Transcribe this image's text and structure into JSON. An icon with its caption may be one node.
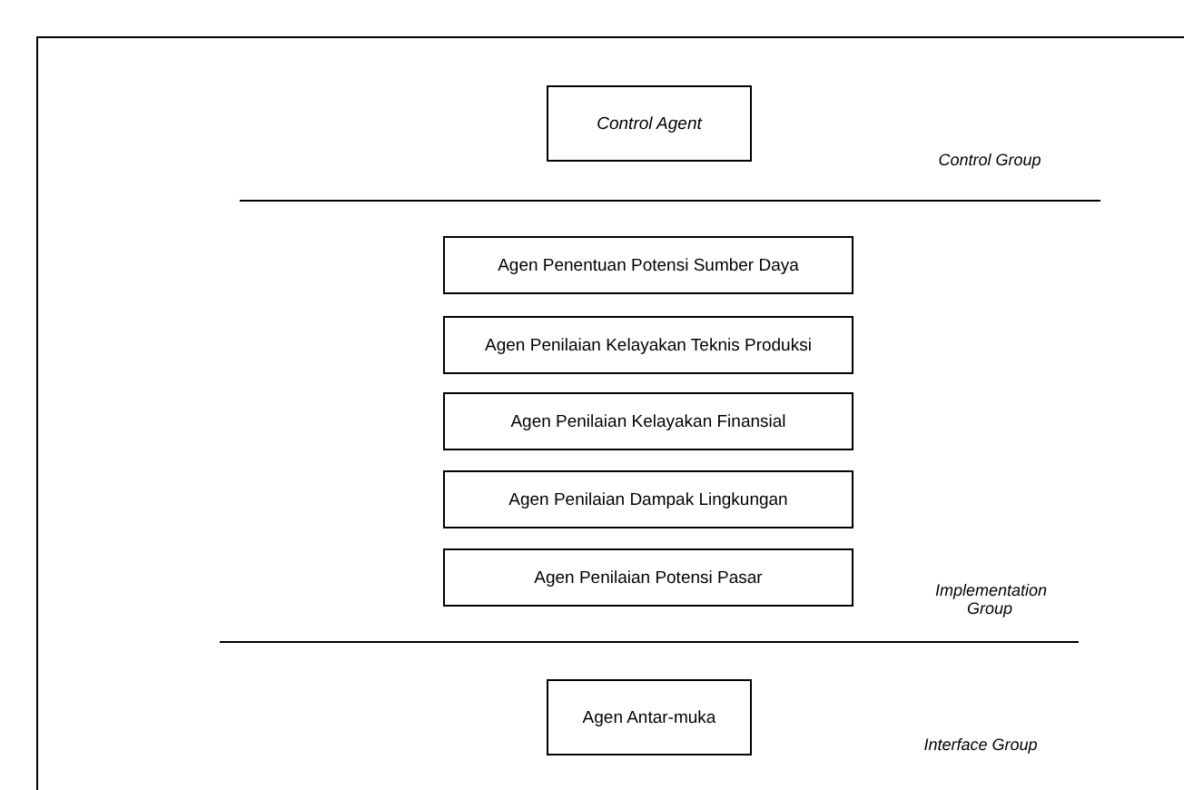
{
  "diagram": {
    "nodes": [
      {
        "text": [
          "Control Agent"
        ]
      },
      {
        "text": [
          "Agen Penentuan Potensi Sumber Daya"
        ]
      },
      {
        "text": [
          "Agen Penilaian Kelayakan Teknis Produksi"
        ]
      },
      {
        "text": [
          "Agen Penilaian Kelayakan Finansial"
        ]
      },
      {
        "text": [
          "Agen Penilaian Dampak Lingkungan"
        ]
      },
      {
        "text": [
          "Agen Penilaian Potensi Pasar"
        ]
      },
      {
        "text": [
          "Agen Antar-muka"
        ]
      }
    ],
    "labels": [
      "Control Group",
      "Implementation Group",
      "Interface Group"
    ]
  }
}
